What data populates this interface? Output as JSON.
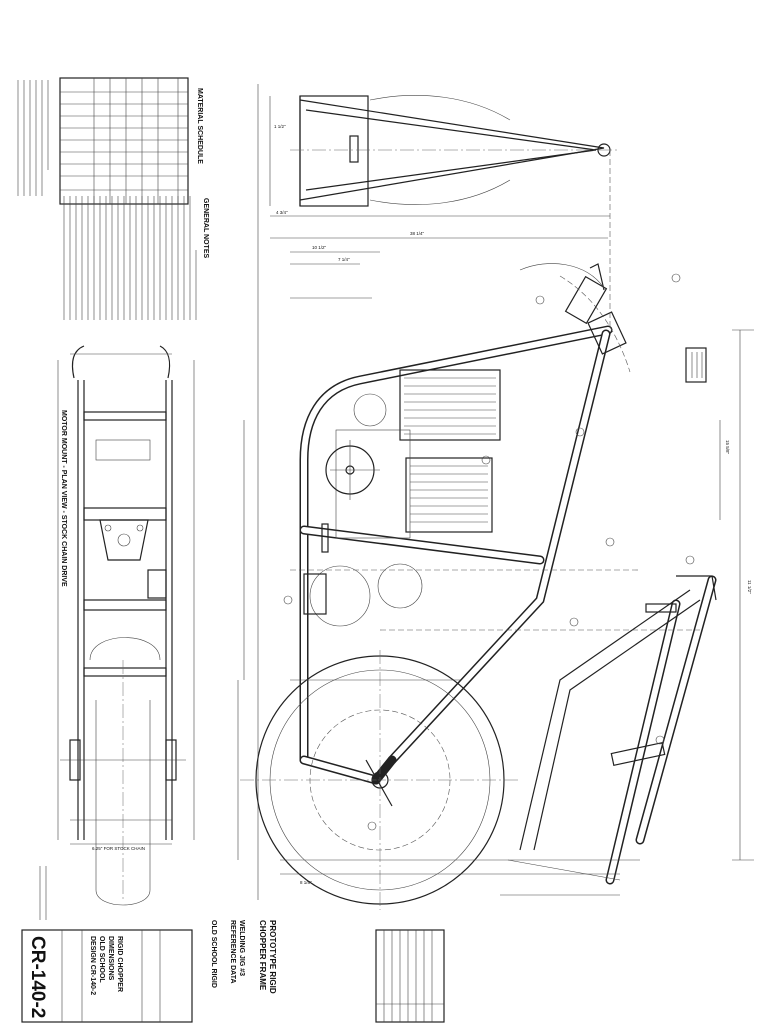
{
  "title_block": {
    "drawing_no": "CR-140-2",
    "line1": "RIGID CHOPPER",
    "line2": "DIMENSIONS",
    "line3": "OLD SCHOOL",
    "line4": "DESIGN CR-140-2"
  },
  "frame_title": {
    "line1": "PROTOTYPE RIGID",
    "line2": "CHOPPER FRAME",
    "line3": "WELDING JIG #3",
    "line4": "REFERENCE DATA",
    "line5": "OLD SCHOOL RIGID"
  },
  "headings": {
    "material_schedule": "MATERIAL SCHEDULE",
    "general_notes": "GENERAL NOTES",
    "plan_view": "MOTOR MOUNT - PLAN VIEW - STOCK CHAIN DRIVE"
  },
  "dimensions": {
    "d1": "1 1/2\"",
    "d2": "4 3/4\"",
    "d3": "10 1/2\"",
    "d4": "7 1/4\"",
    "d5": "38 1/4\"",
    "d6": "11 1/2\"",
    "d7": "15 5/8\"",
    "d8": "8 1/8\"",
    "d9": "6.25\" FOR STOCK CHAIN"
  },
  "colors": {
    "line": "#222222",
    "paper": "#ffffff"
  }
}
